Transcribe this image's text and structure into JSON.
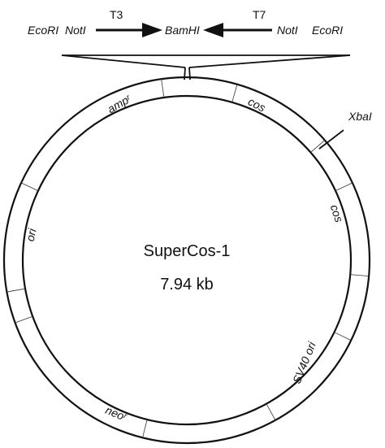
{
  "plasmid": {
    "name": "SuperCos-1",
    "size": "7.94 kb"
  },
  "mcs": {
    "left_sites": [
      "EcoRI",
      "NotI"
    ],
    "left_primer": "T3",
    "center_site": "BamHI",
    "right_primer": "T7",
    "right_sites": [
      "NotI",
      "EcoRI"
    ]
  },
  "features": {
    "ampr": "ampʳ",
    "cos1": "cos",
    "cos2": "cos",
    "xbai": "XbaI",
    "ori": "ori",
    "sv40": "SV40 ori",
    "neor": "neoʳ"
  }
}
